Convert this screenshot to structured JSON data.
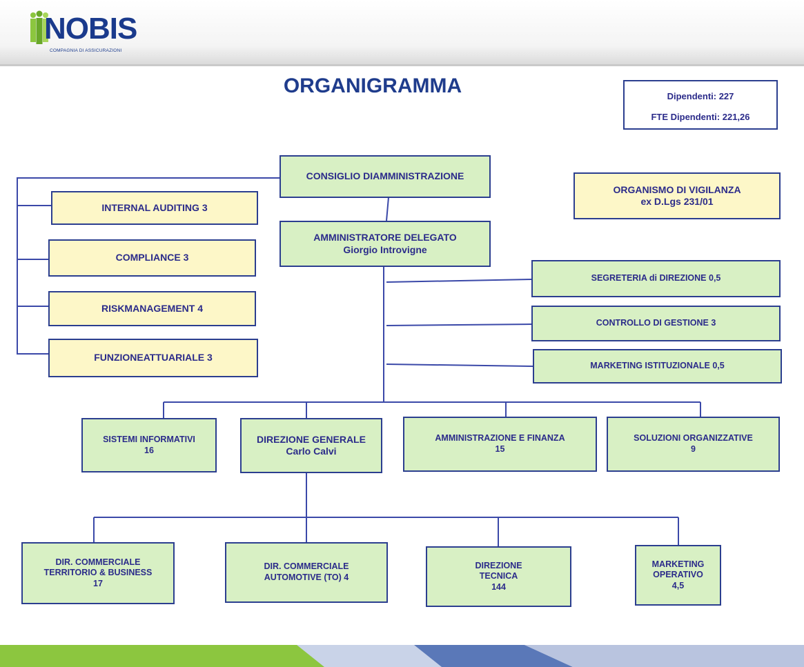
{
  "logo": {
    "text": "NOBIS",
    "subtitle": "COMPAGNIA DI ASSICURAZIONI"
  },
  "title": "ORGANIGRAMMA",
  "stats": {
    "employees": "Dipendenti: 227",
    "fte": "FTE Dipendenti: 221,26"
  },
  "board": "CONSIGLIO DIAMMINISTRAZIONE",
  "supervisory": {
    "line1": "ORGANISMO DI VIGILANZA",
    "line2": "ex D.Lgs 231/01"
  },
  "ceo": {
    "line1": "AMMINISTRATORE DELEGATO",
    "line2": "Giorgio Introvigne"
  },
  "control_functions": [
    "INTERNAL AUDITING 3",
    "COMPLIANCE 3",
    "RISKMANAGEMENT 4",
    "FUNZIONEATTUARIALE 3"
  ],
  "staff_units": [
    "SEGRETERIA di DIREZIONE  0,5",
    "CONTROLLO DI GESTIONE  3",
    "MARKETING ISTITUZIONALE  0,5"
  ],
  "departments": [
    {
      "line1": "SISTEMI  INFORMATIVI",
      "line2": "16"
    },
    {
      "line1": "DIREZIONE GENERALE",
      "line2": "Carlo Calvi"
    },
    {
      "line1": "AMMINISTRAZIONE  E FINANZA",
      "line2": "15"
    },
    {
      "line1": "SOLUZIONI  ORGANIZZATIVE",
      "line2": "9"
    }
  ],
  "divisions": [
    {
      "line1": "DIR. COMMERCIALE",
      "line2": "TERRITORIO  & BUSINESS",
      "line3": "17"
    },
    {
      "line1": "DIR. COMMERCIALE",
      "line2": "AUTOMOTIVE  (TO) 4"
    },
    {
      "line1": "DIREZIONE",
      "line2": "TECNICA",
      "line3": "144"
    },
    {
      "line1": "MARKETING",
      "line2": "OPERATIVO",
      "line3": "4,5"
    }
  ],
  "colors": {
    "border": "#2b3e8f",
    "text": "#2b2b8a",
    "title": "#1f3c8c",
    "yellow_fill": "#fdf7c8",
    "green_fill": "#d8f0c4",
    "footer_green": "#8cc63f"
  }
}
